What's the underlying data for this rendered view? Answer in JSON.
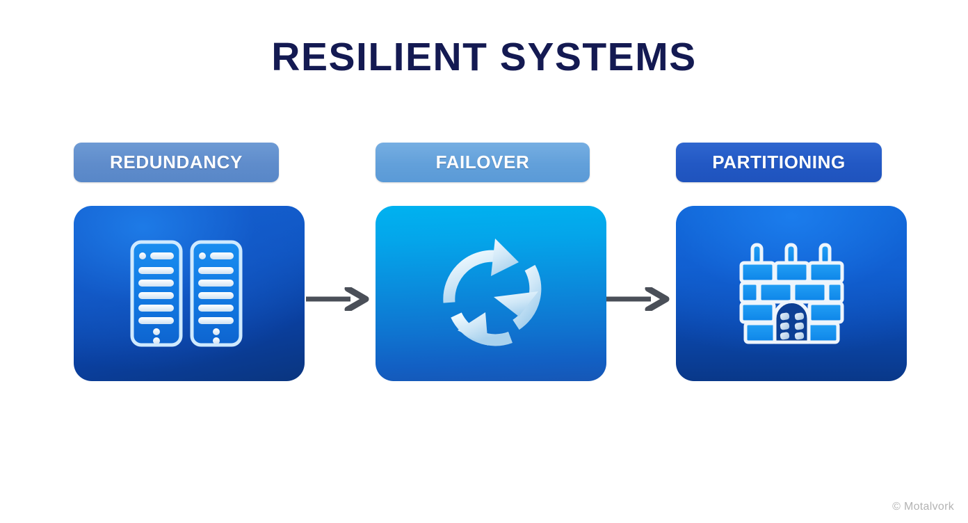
{
  "page": {
    "title": "RESILIENT SYSTEMS",
    "background_color": "#ffffff",
    "title_color": "#141a52"
  },
  "steps": [
    {
      "label": "REDUNDANCY",
      "pill_color": "#5f8ccb",
      "card_color_top": "#1565d8",
      "card_color_bottom": "#0a357f",
      "icon": "servers-icon",
      "icon_color": "#cfe8fb"
    },
    {
      "label": "FAILOVER",
      "pill_color": "#62a0da",
      "card_color_top": "#00b2f0",
      "card_color_bottom": "#1657b6",
      "icon": "refresh-cycle-icon",
      "icon_color": "#c7e4f7"
    },
    {
      "label": "PARTITIONING",
      "pill_color": "#2258c4",
      "card_color_top": "#1270e0",
      "card_color_bottom": "#093889",
      "icon": "brick-wall-gate-icon",
      "icon_color": "#e8f1fb"
    }
  ],
  "connectors": [
    {
      "name": "arrow-redundancy-to-failover",
      "color": "#4a4f58"
    },
    {
      "name": "arrow-failover-to-partitioning",
      "color": "#4a4f58"
    }
  ],
  "footer": {
    "watermark": "© Motalvork",
    "watermark_color": "#b3b3b3"
  }
}
